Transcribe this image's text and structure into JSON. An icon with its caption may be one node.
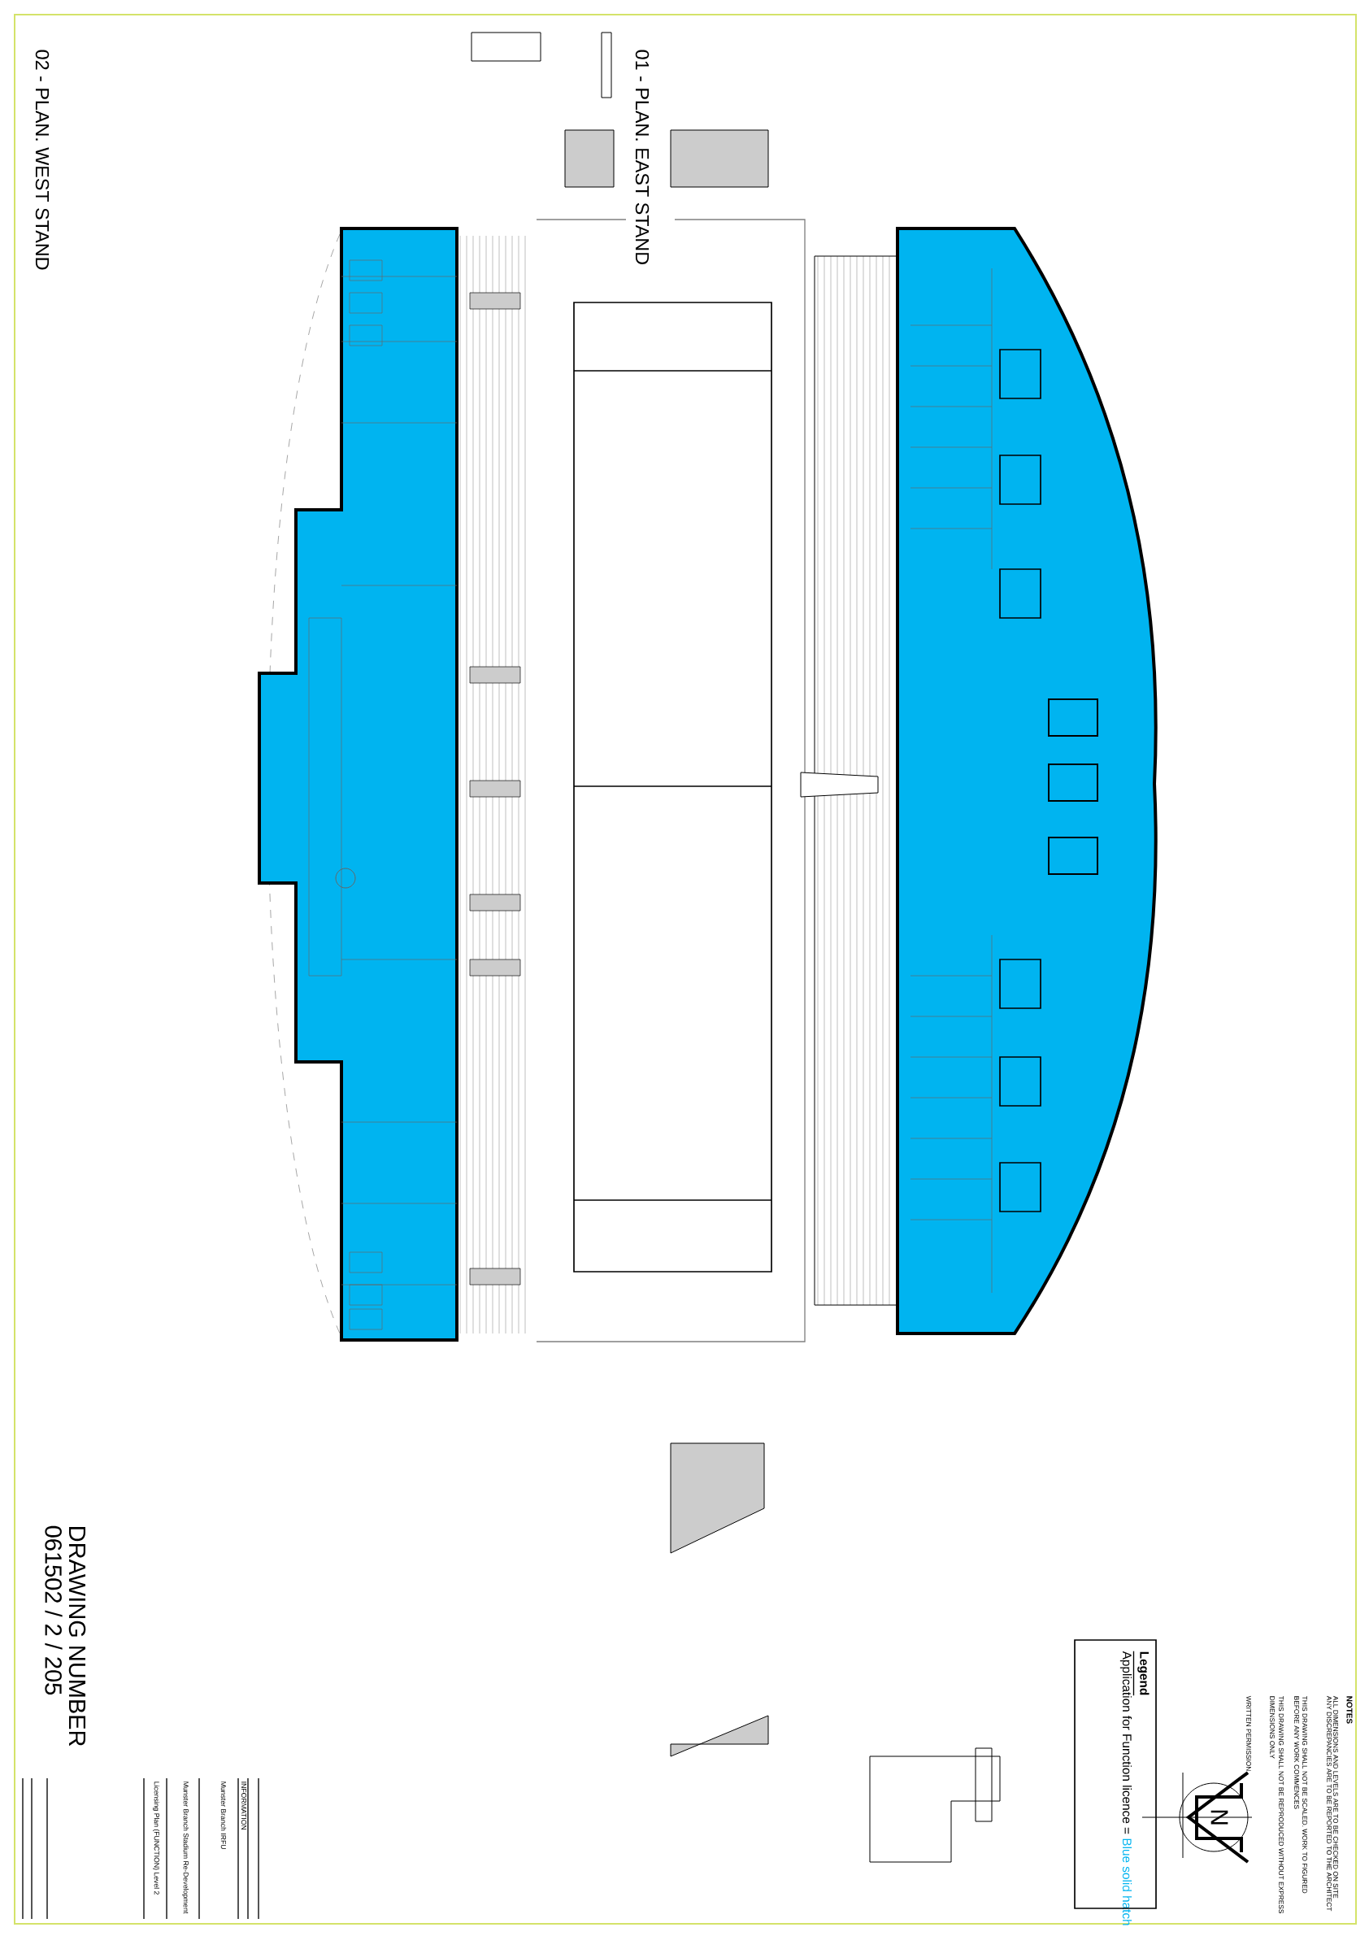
{
  "diagram": {
    "labels": [
      "02 - PLAN. WEST STAND",
      "01 - PLAN. EAST STAND",
      "DRAWING NUMBER",
      "061502 / 2 / 205",
      "Legend",
      "Application for Function licence =",
      "Blue solid hatch",
      "NOTES",
      "ALL DIMENSIONS AND LEVELS ARE TO BE CHECKED ON SITE",
      "ANY DISCREPANCIES ARE TO BE REPORTED TO THE ARCHITECT BEFORE ANY WORK COMMENCES",
      "THIS DRAWING SHALL NOT BE SCALED. WORK TO FIGURED DIMENSIONS ONLY",
      "THIS DRAWING SHALL NOT BE REPRODUCED WITHOUT EXPRESS WRITTEN PERMISSION",
      "N",
      "INFORMATION",
      "Munster Branch IRFU",
      "Munster Branch Stadium Re-Development",
      "Licensing Plan (FUNCTION) Level 2"
    ]
  }
}
